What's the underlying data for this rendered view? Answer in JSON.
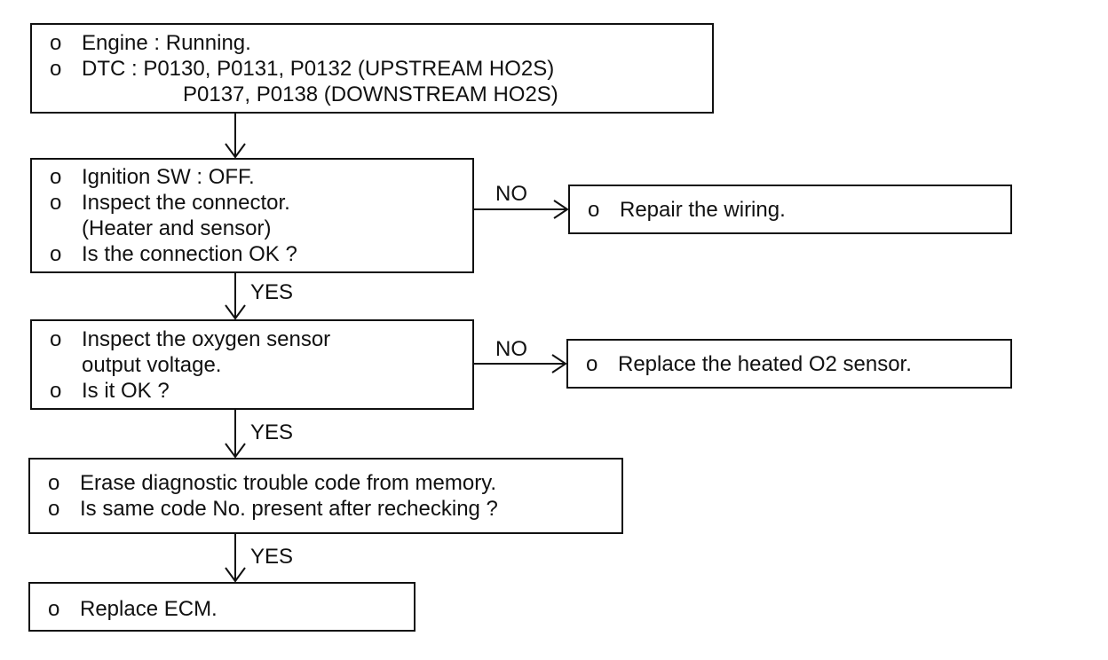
{
  "flowchart": {
    "bullet": "o",
    "box1": {
      "lines": [
        "Engine : Running.",
        "DTC : P0130, P0131, P0132 (UPSTREAM HO2S)",
        "P0137, P0138 (DOWNSTREAM HO2S)"
      ]
    },
    "box2": {
      "lines": [
        "Ignition SW : OFF.",
        "Inspect the connector.",
        "(Heater and sensor)",
        "Is the connection OK ?"
      ]
    },
    "box2_no": {
      "lines": [
        "Repair the wiring."
      ]
    },
    "box3": {
      "lines": [
        "Inspect the oxygen sensor",
        "output voltage.",
        "Is it OK ?"
      ]
    },
    "box3_no": {
      "lines": [
        "Replace the heated O2 sensor."
      ]
    },
    "box4": {
      "lines": [
        "Erase diagnostic trouble code from memory.",
        "Is same code No. present after rechecking ?"
      ]
    },
    "box5": {
      "lines": [
        "Replace ECM."
      ]
    },
    "labels": {
      "no_1": "NO",
      "no_2": "NO",
      "yes_1": "YES",
      "yes_2": "YES",
      "yes_3": "YES"
    }
  }
}
